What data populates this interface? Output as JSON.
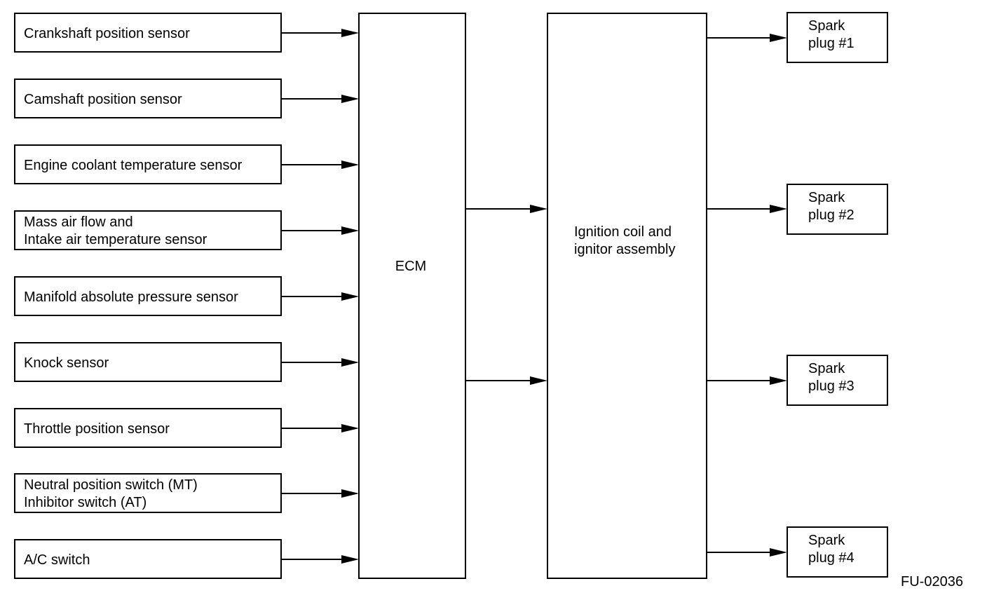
{
  "sensors": [
    {
      "lines": [
        "Crankshaft position sensor"
      ]
    },
    {
      "lines": [
        "Camshaft position sensor"
      ]
    },
    {
      "lines": [
        "Engine coolant temperature sensor"
      ]
    },
    {
      "lines": [
        "Mass air flow and",
        "Intake air temperature sensor"
      ]
    },
    {
      "lines": [
        "Manifold absolute pressure sensor"
      ]
    },
    {
      "lines": [
        "Knock sensor"
      ]
    },
    {
      "lines": [
        "Throttle position sensor"
      ]
    },
    {
      "lines": [
        "Neutral position switch (MT)",
        "Inhibitor switch (AT)"
      ]
    },
    {
      "lines": [
        "A/C switch"
      ]
    }
  ],
  "ecm": {
    "label": "ECM"
  },
  "ignition": {
    "lines": [
      "Ignition coil and",
      "ignitor assembly"
    ]
  },
  "spark_plugs": [
    {
      "lines": [
        "Spark",
        "plug #1"
      ]
    },
    {
      "lines": [
        "Spark",
        "plug #2"
      ]
    },
    {
      "lines": [
        "Spark",
        "plug #3"
      ]
    },
    {
      "lines": [
        "Spark",
        "plug #4"
      ]
    }
  ],
  "figure_id": "FU-02036",
  "colors": {
    "line": "#000000",
    "background": "#ffffff"
  }
}
